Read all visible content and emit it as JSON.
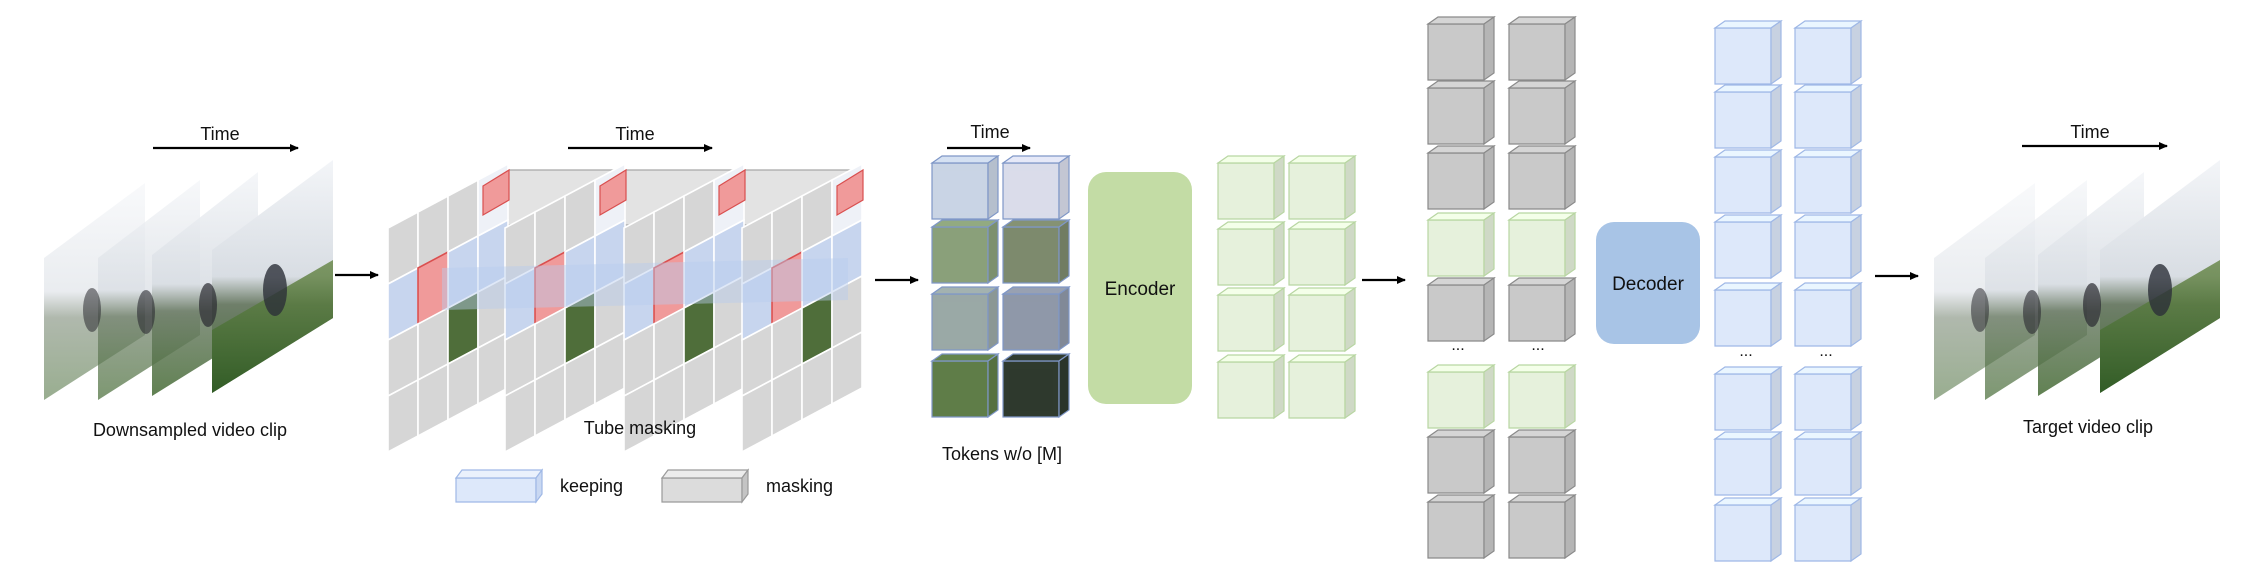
{
  "time_label": "Time",
  "input_caption": "Downsampled video clip",
  "masking_caption": "Tube masking",
  "tokens_caption": "Tokens w/o [M]",
  "target_caption": "Target video clip",
  "encoder_label": "Encoder",
  "decoder_label": "Decoder",
  "ellipsis": "...",
  "legend": {
    "keeping": "keeping",
    "masking": "masking"
  },
  "colors": {
    "keep_face": "#dde8fa",
    "keep_edge": "#9fb8e6",
    "mask_face": "#c9c9c9",
    "mask_edge": "#8a8a8a",
    "enc_token_face": "#e6f1dc",
    "enc_token_edge": "#b8d6a2",
    "encoder": "#c3dca5",
    "decoder": "#a8c4e6",
    "mask_highlight": "#f09a9a",
    "mask_highlight_edge": "#d94f4f"
  },
  "sequence_pattern": [
    "masked",
    "masked",
    "masked",
    "kept",
    "masked",
    "kept",
    "masked",
    "masked"
  ]
}
